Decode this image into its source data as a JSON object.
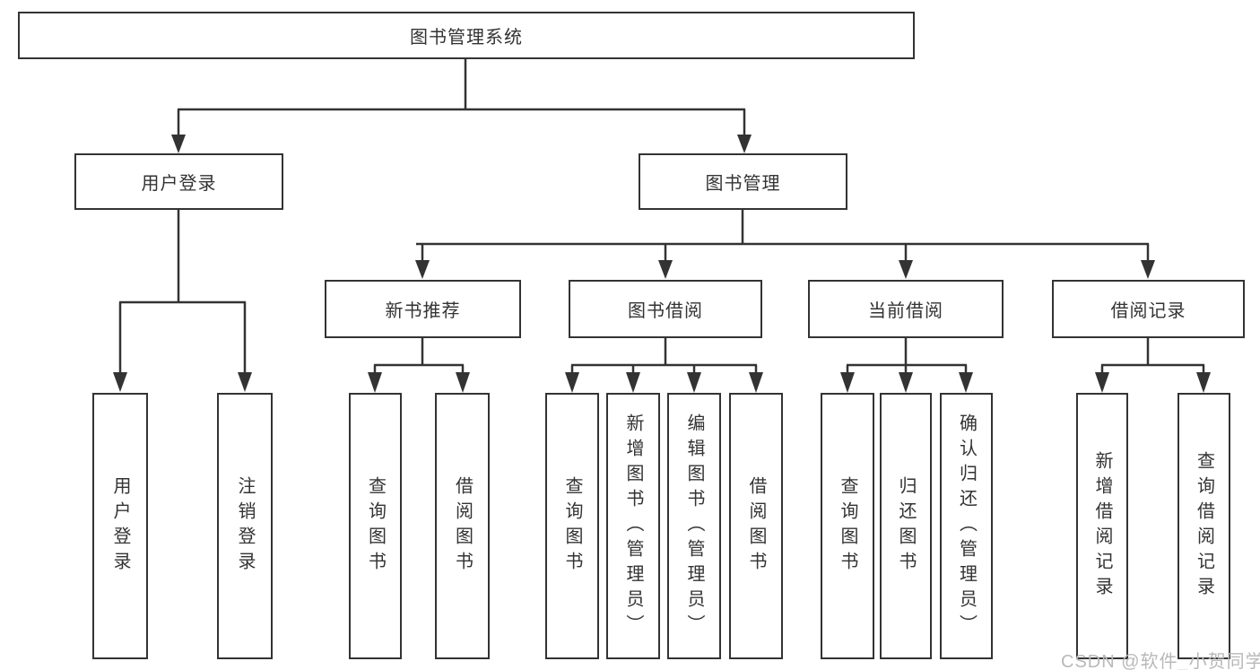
{
  "diagram": {
    "root": {
      "label": "图书管理系统"
    },
    "level2": [
      {
        "label": "用户登录"
      },
      {
        "label": "图书管理"
      }
    ],
    "level3": [
      {
        "label": "新书推荐"
      },
      {
        "label": "图书借阅"
      },
      {
        "label": "当前借阅"
      },
      {
        "label": "借阅记录"
      }
    ],
    "leaves": {
      "user_login": [
        "用户登录",
        "注销登录"
      ],
      "new_book": [
        "查询图书",
        "借阅图书"
      ],
      "book_borrow": [
        "查询图书",
        "新增图书（管理员）",
        "编辑图书（管理员）",
        "借阅图书"
      ],
      "current_borrow": [
        "查询图书",
        "归还图书",
        "确认归还（管理员）"
      ],
      "borrow_record": [
        "新增借阅记录",
        "查询借阅记录"
      ]
    }
  },
  "watermark": {
    "text": "CSDN @软件_小贺同学"
  },
  "colors": {
    "line": "#333333",
    "text": "#333333",
    "background": "#ffffff",
    "watermark": "#b9b9b9"
  }
}
